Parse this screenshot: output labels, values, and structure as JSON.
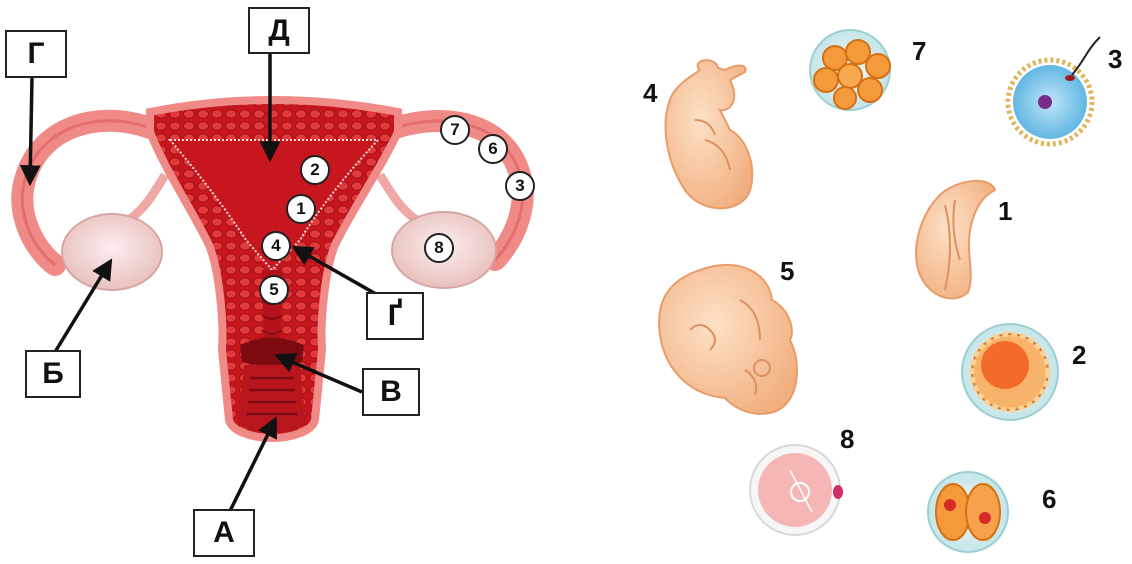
{
  "uterus_labels": {
    "A": "А",
    "B": "Б",
    "V": "В",
    "G_top": "Г",
    "G_prime": "Ґ",
    "D": "Д"
  },
  "tube_markers": [
    "1",
    "2",
    "3",
    "4",
    "5",
    "6",
    "7",
    "8"
  ],
  "stage_labels": {
    "s1": "1",
    "s2": "2",
    "s3": "3",
    "s4": "4",
    "s5": "5",
    "s6": "6",
    "s7": "7",
    "s8": "8"
  },
  "colors": {
    "uterus_red": "#d2262c",
    "uterus_pink": "#f08a86",
    "ovary_pink": "#f2d4d1",
    "embryo_skin": "#f6c49a",
    "egg_blue": "#7fc4e8"
  }
}
